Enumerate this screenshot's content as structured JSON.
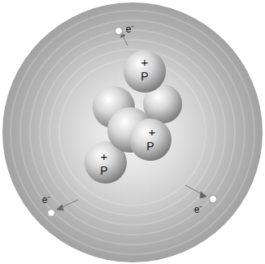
{
  "diagram": {
    "labels": [
      "+",
      "P",
      "+",
      "P",
      "+",
      "P",
      "e⁻",
      "e⁻",
      "e⁻"
    ]
  }
}
